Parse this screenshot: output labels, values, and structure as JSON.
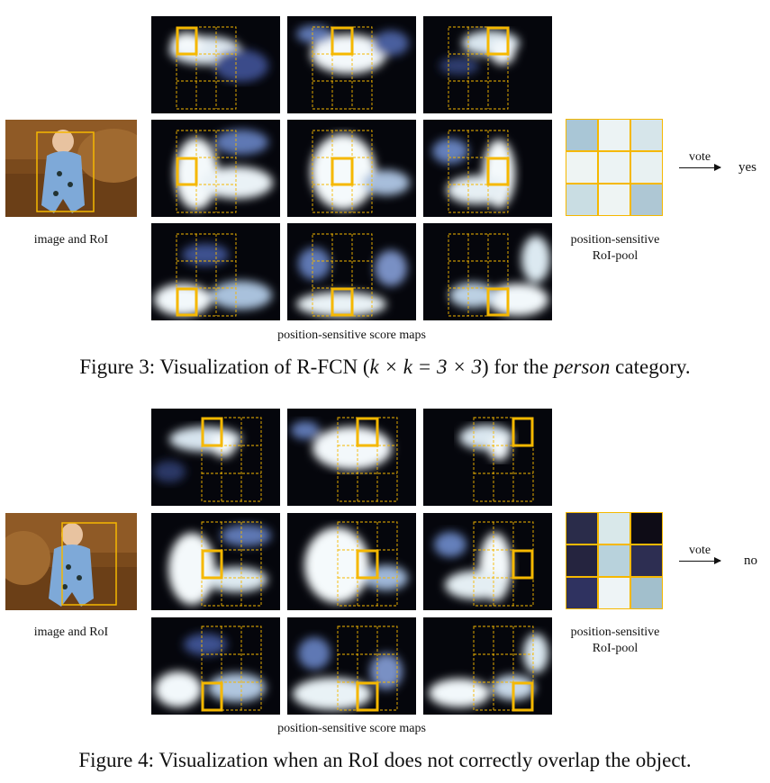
{
  "colors": {
    "roi": "#f5b800",
    "map_bg": "#05060c",
    "map_hi": "#f2f8fb",
    "map_mid": "#5e78b4"
  },
  "figure3": {
    "image_label": "image and RoI",
    "maps_label": "position-sensitive score maps",
    "pool_label_line1": "position-sensitive",
    "pool_label_line2": "RoI-pool",
    "vote_label": "vote",
    "result": "yes",
    "caption_prefix": "Figure 3: Visualization of R-FCN (",
    "caption_math": "k × k = 3 × 3",
    "caption_mid": ") for the ",
    "caption_italic": "person",
    "caption_suffix": " category.",
    "pool_colors": [
      "#a9c6d6",
      "#ecf3f4",
      "#d6e5ea",
      "#eef4f3",
      "#ecf3f4",
      "#e8f1f2",
      "#c9dde3",
      "#eef4f3",
      "#aec7d4"
    ]
  },
  "figure4": {
    "image_label": "image and RoI",
    "maps_label": "position-sensitive score maps",
    "pool_label_line1": "position-sensitive",
    "pool_label_line2": "RoI-pool",
    "vote_label": "vote",
    "result": "no",
    "caption": "Figure 4: Visualization when an RoI does not correctly overlap the object.",
    "pool_colors": [
      "#2a2c4a",
      "#d9e8ea",
      "#0e0c16",
      "#25243f",
      "#b8d2dc",
      "#2d2e52",
      "#2f3260",
      "#eef4f6",
      "#a2bfcc"
    ]
  }
}
